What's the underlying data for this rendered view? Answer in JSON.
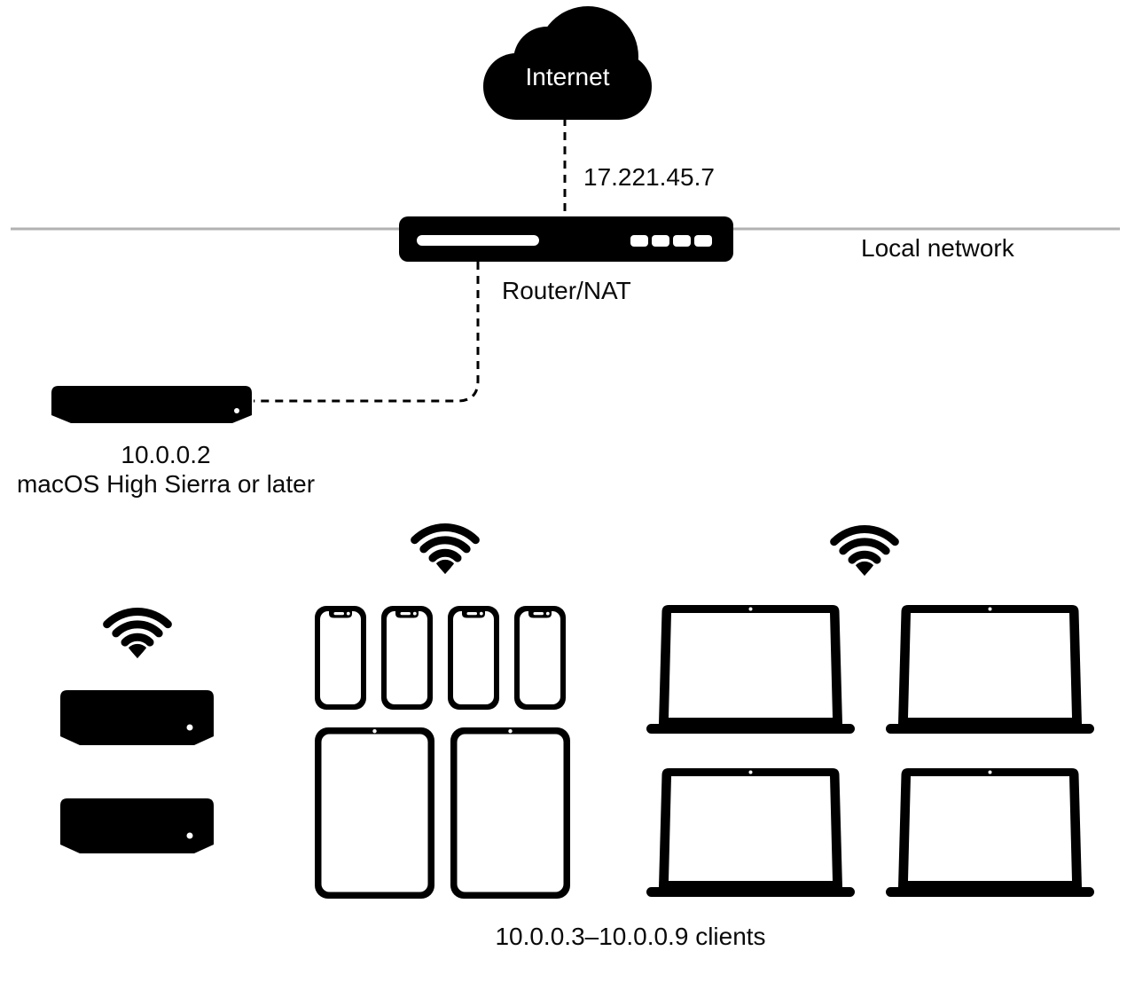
{
  "colors": {
    "device_fill": "#000000",
    "network_line": "#b2b2b2",
    "text": "#0a0a0a",
    "internet_text": "#ffffff",
    "background": "#ffffff"
  },
  "internet": {
    "label": "Internet",
    "icon": "cloud-icon",
    "wan_ip": "17.221.45.7"
  },
  "router": {
    "label": "Router/NAT",
    "icon": "router-icon"
  },
  "local_network": {
    "label": "Local network"
  },
  "server": {
    "ip": "10.0.0.2",
    "os_requirement": "macOS High Sierra or later",
    "icon": "mac-mini-icon"
  },
  "clients": {
    "range_label": "10.0.0.3–10.0.0.9 clients",
    "groups": [
      {
        "icon": "wifi-icon",
        "device_icon": "mac-mini-icon",
        "count": 2
      },
      {
        "icon": "wifi-icon",
        "device_icon": "iphone-icon",
        "count": 4
      },
      {
        "icon": "wifi-icon",
        "device_icon": "ipad-icon",
        "count": 2
      },
      {
        "icon": "wifi-icon",
        "device_icon": "macbook-icon",
        "count": 4
      }
    ]
  }
}
